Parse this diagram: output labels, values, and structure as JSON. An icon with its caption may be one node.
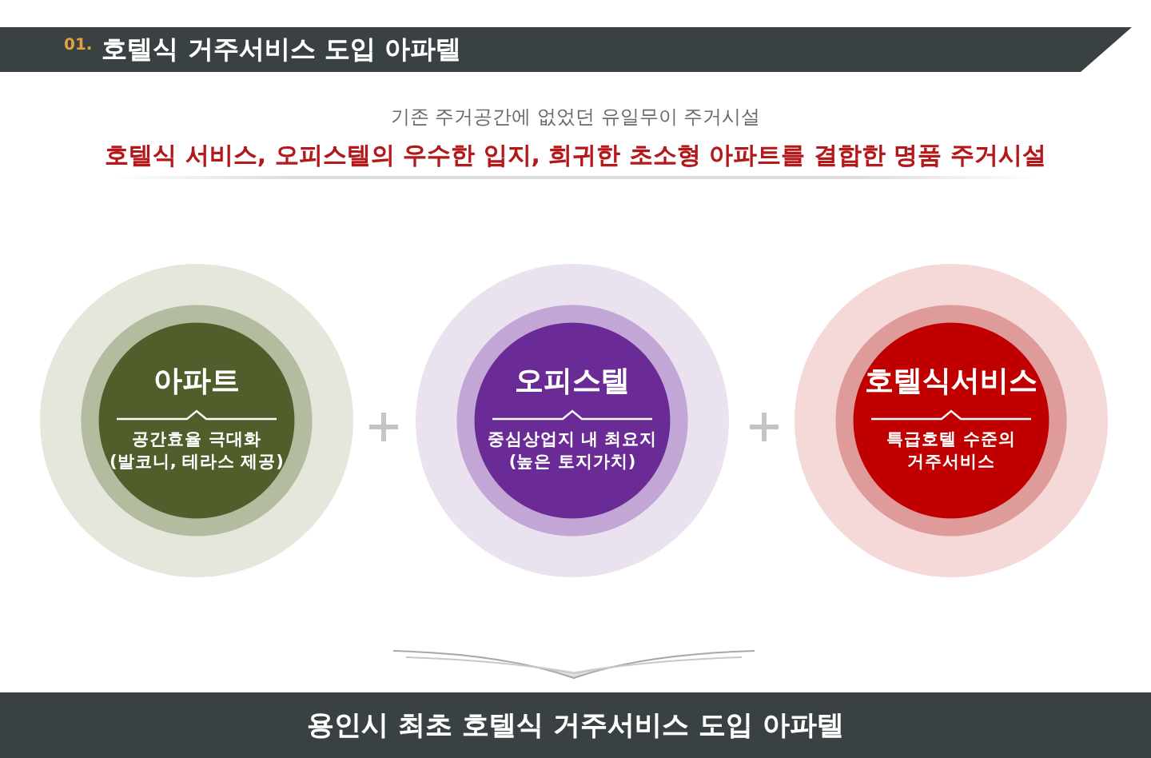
{
  "diagram": {
    "nodes": [
      {
        "text": [
          "01.",
          "호텔식 거주서비스 도입 아파텔"
        ]
      },
      {
        "text": [
          "아파트",
          "공간효율 극대화 (발코니, 테라스 제공)"
        ]
      },
      {
        "text": [
          "오피스텔",
          "중심상업지 내 최요지 (높은 토지가치)"
        ]
      },
      {
        "text": [
          "호텔식서비스",
          "특급호텔 수준의 거주서비스"
        ]
      },
      {
        "text": [
          "용인시 최초 호텔식 거주서비스 도입 아파텔"
        ]
      }
    ],
    "labels": [
      "기존 주거공간에 없었던 유일무이 주거시설",
      "호텔식 서비스, 오피스텔의 우수한 입지, 희귀한 초소형 아파트를 결합한 명품 주거시설"
    ]
  }
}
